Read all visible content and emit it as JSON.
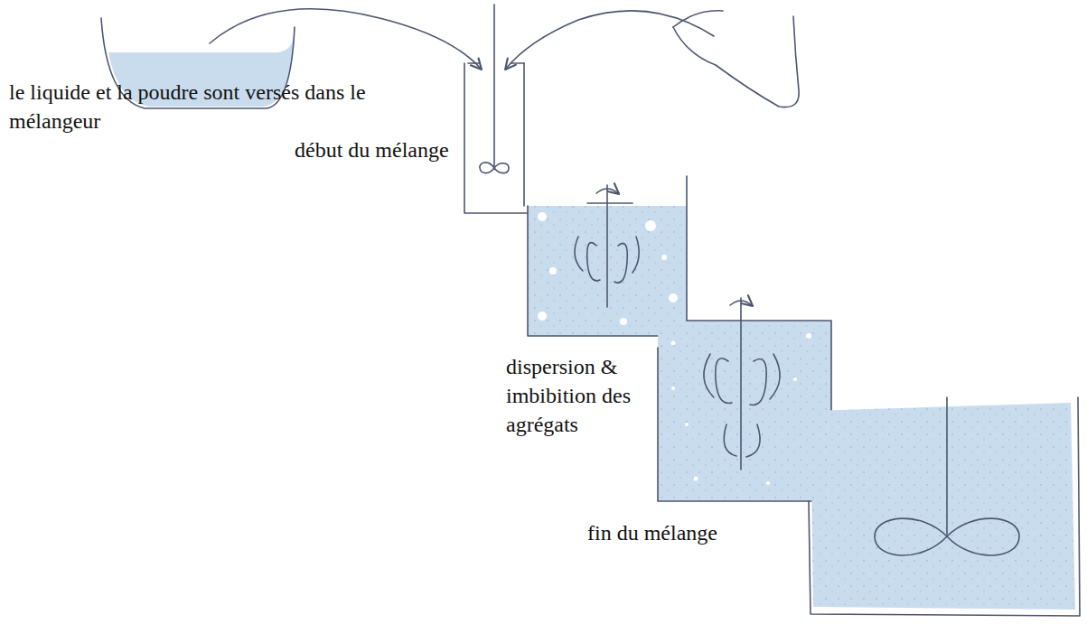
{
  "diagram": {
    "labels": [
      "le liquide et la poudre sont versés dans le mélangeur",
      "début du mélange",
      "dispersion & imbibition des agrégats",
      "fin du mélange"
    ]
  }
}
